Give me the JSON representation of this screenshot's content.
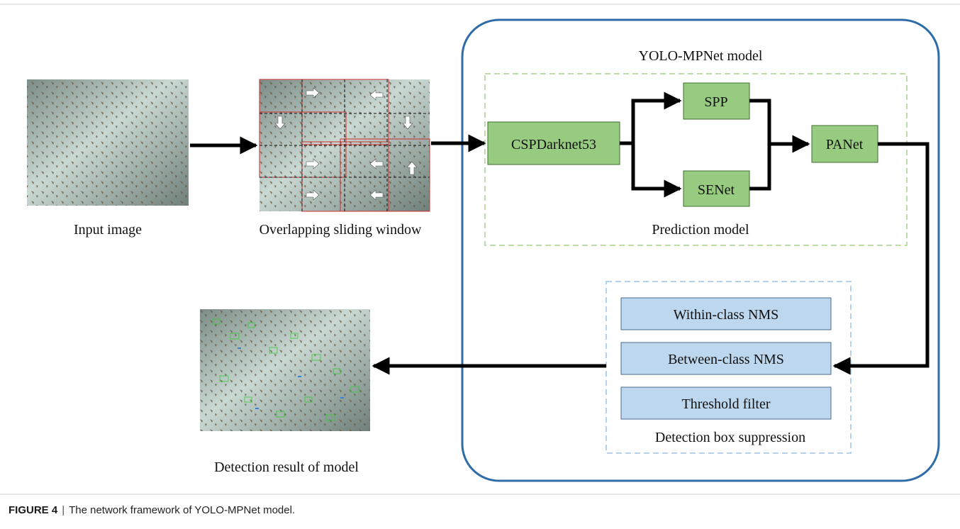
{
  "figure": {
    "main_title": "YOLO-MPNet model",
    "images": {
      "input": {
        "caption": "Input image"
      },
      "sliding": {
        "caption": "Overlapping sliding window"
      },
      "result": {
        "caption": "Detection result of model"
      }
    },
    "prediction": {
      "label": "Prediction model",
      "nodes": {
        "cspdarknet": "CSPDarknet53",
        "spp": "SPP",
        "senet": "SENet",
        "panet": "PANet"
      }
    },
    "suppression": {
      "label": "Detection box suppression",
      "steps": [
        "Within-class NMS",
        "Between-class NMS",
        "Threshold filter"
      ]
    }
  },
  "caption": {
    "label": "FIGURE 4",
    "separator": "|",
    "text": "The network framework of YOLO-MPNet model."
  },
  "colors": {
    "model_border": "#2e6ca8",
    "green_fill": "#97cb7f",
    "green_border": "#3f6e34",
    "green_dash": "#a9d18e",
    "blue_fill": "#bdd7ee",
    "blue_border": "#4a6d8c",
    "blue_dash": "#9dc3e6",
    "arrow": "#000000"
  }
}
